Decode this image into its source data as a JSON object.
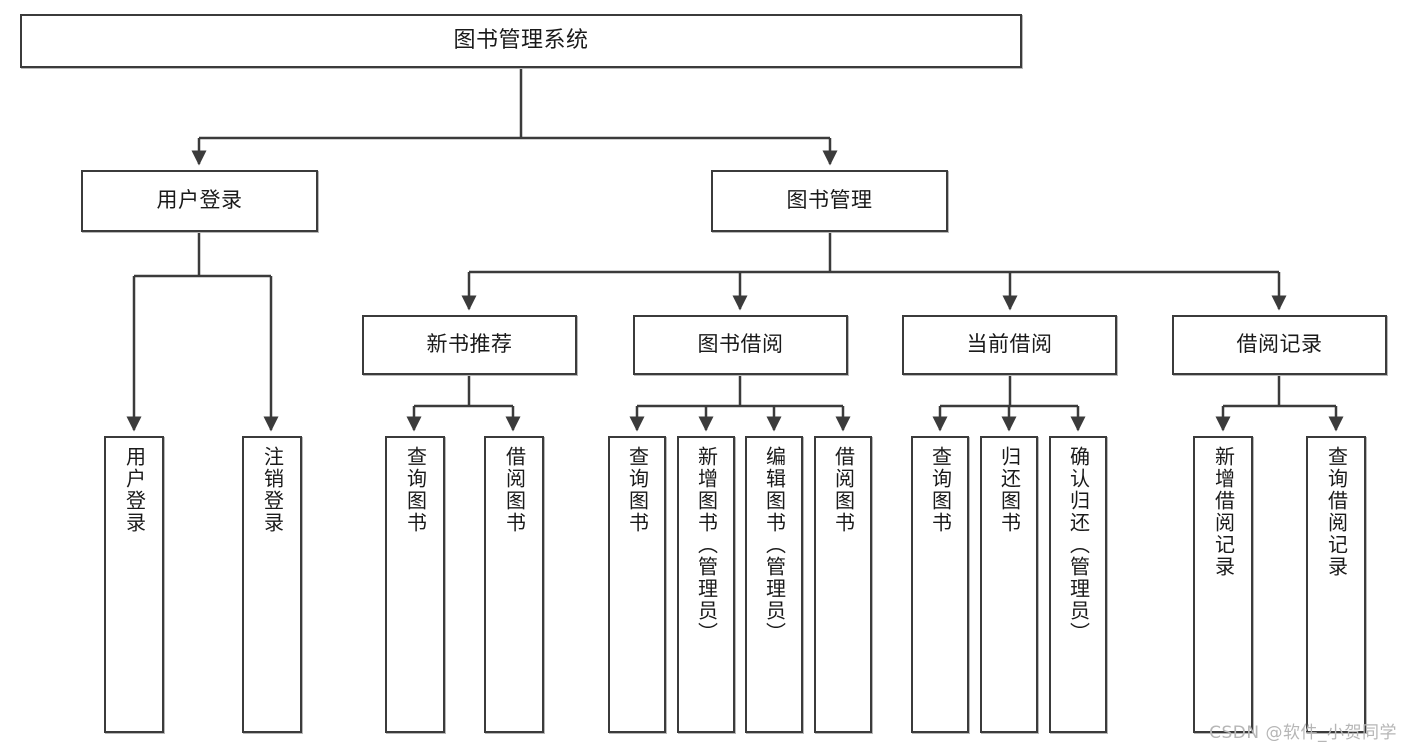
{
  "diagram": {
    "title": "图书管理系统",
    "type": "tree",
    "watermark": "CSDN @软件_小贺同学",
    "colors": {
      "box_border": "#3b3b3b",
      "box_fill": "#ffffff",
      "connector": "#3b3b3b",
      "text": "#1a1a1a",
      "watermark": "#b6b6b6"
    },
    "nodes": {
      "root": {
        "label": "图书管理系统"
      },
      "level2": [
        {
          "id": "user-login",
          "label": "用户登录"
        },
        {
          "id": "book-manage",
          "label": "图书管理"
        }
      ],
      "level3": [
        {
          "id": "new-book-recommend",
          "label": "新书推荐"
        },
        {
          "id": "book-borrow",
          "label": "图书借阅"
        },
        {
          "id": "current-borrow",
          "label": "当前借阅"
        },
        {
          "id": "borrow-record",
          "label": "借阅记录"
        }
      ],
      "leaves": {
        "user-login": [
          {
            "id": "leaf-user-login",
            "label": "用户登录"
          },
          {
            "id": "leaf-logout-login",
            "label": "注销登录"
          }
        ],
        "new-book-recommend": [
          {
            "id": "leaf-query-book-1",
            "label": "查询图书"
          },
          {
            "id": "leaf-borrow-book-1",
            "label": "借阅图书"
          }
        ],
        "book-borrow": [
          {
            "id": "leaf-query-book-2",
            "label": "查询图书"
          },
          {
            "id": "leaf-add-book",
            "label": "新增图书（管理员）"
          },
          {
            "id": "leaf-edit-book",
            "label": "编辑图书（管理员）"
          },
          {
            "id": "leaf-borrow-book-2",
            "label": "借阅图书"
          }
        ],
        "current-borrow": [
          {
            "id": "leaf-query-book-3",
            "label": "查询图书"
          },
          {
            "id": "leaf-return-book",
            "label": "归还图书"
          },
          {
            "id": "leaf-confirm-return",
            "label": "确认归还（管理员）"
          }
        ],
        "borrow-record": [
          {
            "id": "leaf-add-record",
            "label": "新增借阅记录"
          },
          {
            "id": "leaf-query-record",
            "label": "查询借阅记录"
          }
        ]
      }
    }
  }
}
